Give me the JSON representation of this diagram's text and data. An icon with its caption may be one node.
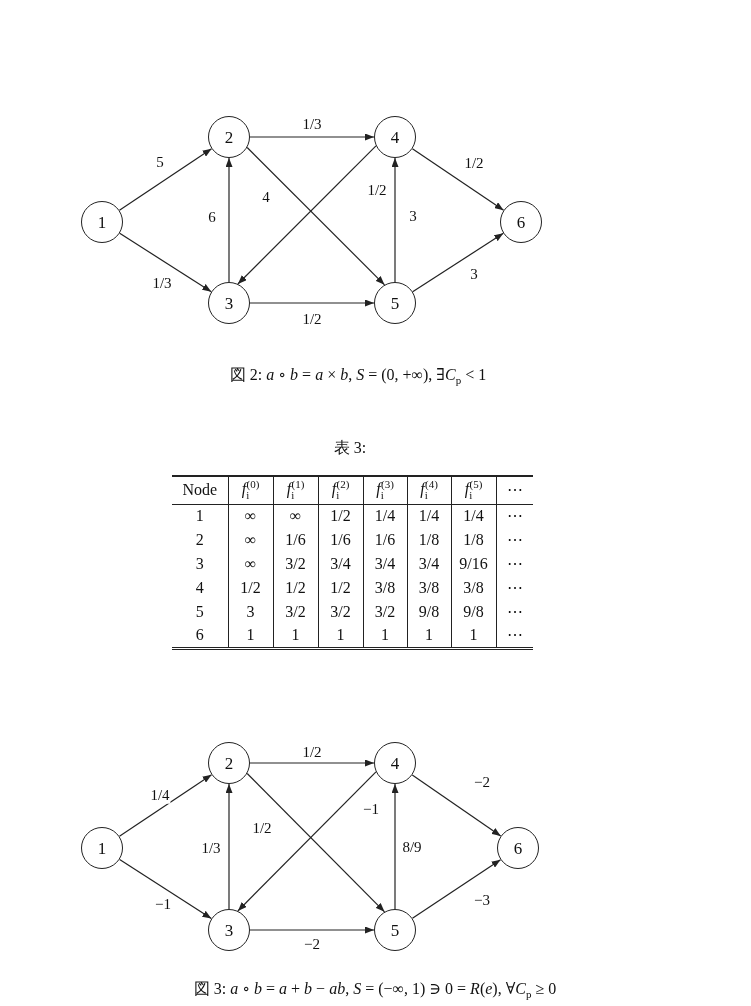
{
  "diagram": {
    "nodes": [
      {
        "text": [
          "1"
        ]
      },
      {
        "text": [
          "2"
        ]
      },
      {
        "text": [
          "3"
        ]
      },
      {
        "text": [
          "4"
        ]
      },
      {
        "text": [
          "5"
        ]
      },
      {
        "text": [
          "6"
        ]
      },
      {
        "text": [
          "1"
        ]
      },
      {
        "text": [
          "2"
        ]
      },
      {
        "text": [
          "3"
        ]
      },
      {
        "text": [
          "4"
        ]
      },
      {
        "text": [
          "5"
        ]
      },
      {
        "text": [
          "6"
        ]
      }
    ],
    "edges": [
      {
        "from": 0,
        "to": 1,
        "arrow": "to",
        "label": "5"
      },
      {
        "from": 0,
        "to": 2,
        "arrow": "to",
        "label": "1/3"
      },
      {
        "from": 2,
        "to": 1,
        "arrow": "to",
        "label": "6"
      },
      {
        "from": 1,
        "to": 3,
        "arrow": "to",
        "label": "1/3"
      },
      {
        "from": 1,
        "to": 4,
        "arrow": "to",
        "label": "4"
      },
      {
        "from": 3,
        "to": 2,
        "arrow": "to",
        "label": "1/2"
      },
      {
        "from": 4,
        "to": 3,
        "arrow": "to",
        "label": "3"
      },
      {
        "from": 2,
        "to": 4,
        "arrow": "to",
        "label": "1/2"
      },
      {
        "from": 3,
        "to": 5,
        "arrow": "to",
        "label": "1/2"
      },
      {
        "from": 4,
        "to": 5,
        "arrow": "to",
        "label": "3"
      },
      {
        "from": 6,
        "to": 7,
        "arrow": "to",
        "label": "1/4"
      },
      {
        "from": 6,
        "to": 8,
        "arrow": "to",
        "label": "−1"
      },
      {
        "from": 8,
        "to": 7,
        "arrow": "to",
        "label": "1/3"
      },
      {
        "from": 7,
        "to": 9,
        "arrow": "to",
        "label": "1/2"
      },
      {
        "from": 7,
        "to": 10,
        "arrow": "to",
        "label": "1/2"
      },
      {
        "from": 9,
        "to": 8,
        "arrow": "to",
        "label": "−1"
      },
      {
        "from": 10,
        "to": 9,
        "arrow": "to",
        "label": "8/9"
      },
      {
        "from": 8,
        "to": 10,
        "arrow": "to",
        "label": "−2"
      },
      {
        "from": 9,
        "to": 11,
        "arrow": "to",
        "label": "−2"
      },
      {
        "from": 10,
        "to": 11,
        "arrow": "to",
        "label": "−3"
      }
    ],
    "labels": [
      "図 2: *a* ∘ *b* = *a* × *b*, *S* = (0, +∞), ∃*C*$_{p}$ < 1",
      "表 3:",
      "Node",
      "*f*$_{i}$$^{(0)}$",
      "*f*$_{i}$$^{(1)}$",
      "*f*$_{i}$$^{(2)}$",
      "*f*$_{i}$$^{(3)}$",
      "*f*$_{i}$$^{(4)}$",
      "*f*$_{i}$$^{(5)}$",
      "⋯",
      "1",
      "∞",
      "∞",
      "1/2",
      "1/4",
      "1/4",
      "1/4",
      "⋯",
      "2",
      "∞",
      "1/6",
      "1/6",
      "1/6",
      "1/8",
      "1/8",
      "⋯",
      "3",
      "∞",
      "3/2",
      "3/4",
      "3/4",
      "3/4",
      "9/16",
      "⋯",
      "4",
      "1/2",
      "1/2",
      "1/2",
      "3/8",
      "3/8",
      "3/8",
      "⋯",
      "5",
      "3",
      "3/2",
      "3/2",
      "3/2",
      "9/8",
      "9/8",
      "⋯",
      "6",
      "1",
      "1",
      "1",
      "1",
      "1",
      "1",
      "⋯",
      "図 3: *a* ∘ *b* = *a* + *b* − *ab*, *S* = (−∞, 1) ∋ 0 = *R*(*e*), ∀*C*$_{p}$ ≥ 0"
    ]
  }
}
